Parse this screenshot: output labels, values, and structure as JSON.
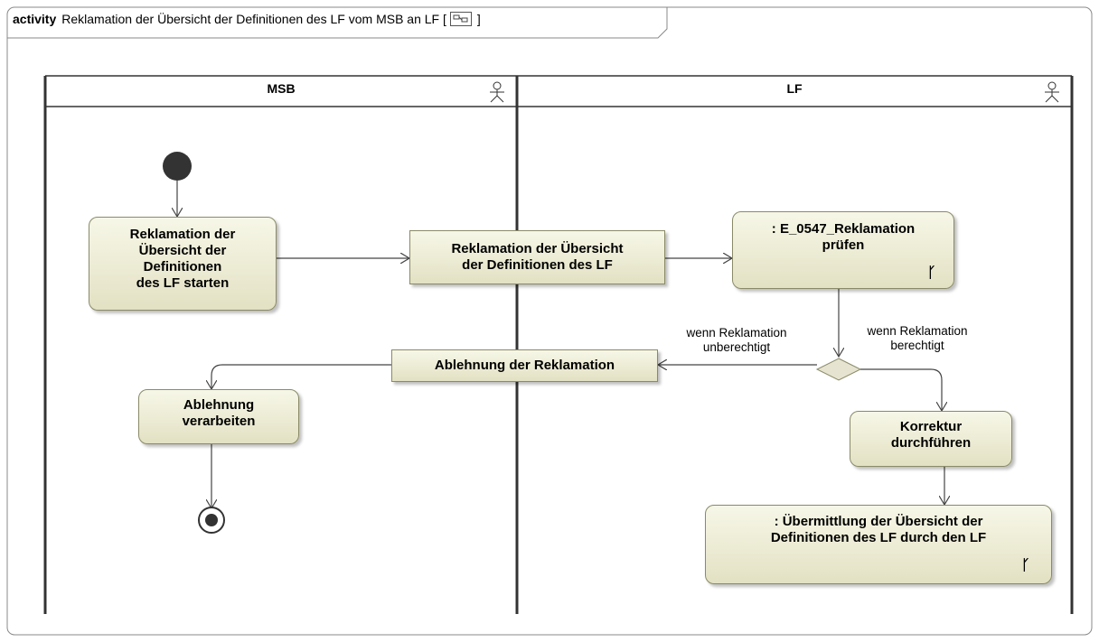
{
  "frame": {
    "keyword": "activity",
    "title": "Reklamation der Übersicht der Definitionen des LF vom MSB an LF [",
    "title_end": "]",
    "icon": "diagram-icon"
  },
  "lanes": [
    {
      "name": "MSB",
      "icon": "actor-icon"
    },
    {
      "name": "LF",
      "icon": "actor-icon"
    }
  ],
  "nodes": {
    "start_reklamation": "Reklamation der\nÜbersicht der\nDefinitionen\ndes LF starten",
    "object_reklamation": "Reklamation der Übersicht\nder Definitionen des LF",
    "pruefen": ": E_0547_Reklamation\nprüfen",
    "object_ablehnung": "Ablehnung der Reklamation",
    "ablehnung_verarbeiten": "Ablehnung\nverarbeiten",
    "korrektur": "Korrektur\ndurchführen",
    "uebermittlung": ": Übermittlung der Übersicht der\nDefinitionen des LF durch den LF"
  },
  "guards": {
    "unberechtigt": "wenn Reklamation\nunberechtigt",
    "berechtigt": "wenn Reklamation\nberechtigt"
  },
  "colors": {
    "node_fill_top": "#f7f7e8",
    "node_fill_bottom": "#e3e1c3",
    "node_border": "#8a8a68",
    "line": "#444444",
    "lane_line": "#333333"
  }
}
